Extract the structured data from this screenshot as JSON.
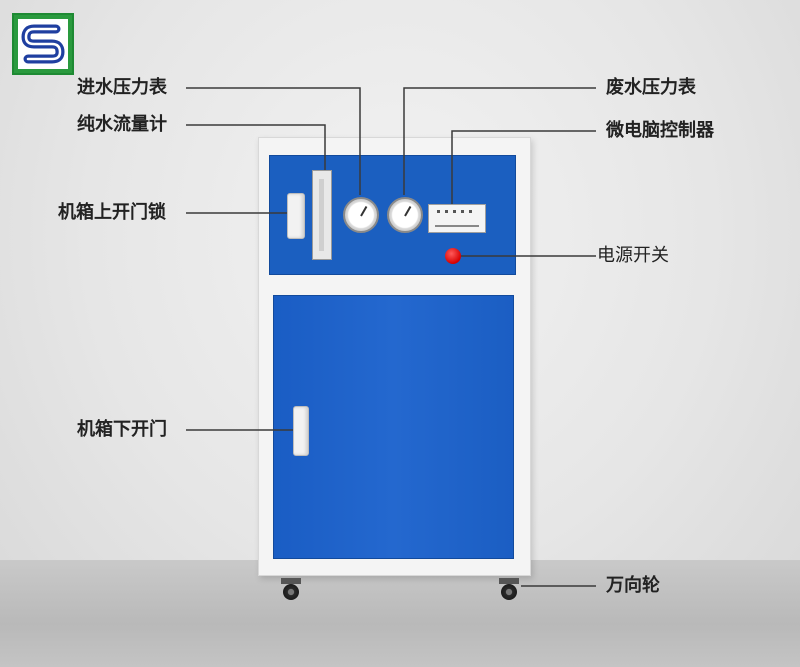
{
  "labels": {
    "inlet_gauge": "进水压力表",
    "flowmeter": "纯水流量计",
    "upper_door_lock": "机箱上开门锁",
    "lower_door": "机箱下开门",
    "waste_gauge": "废水压力表",
    "controller": "微电脑控制器",
    "power_switch": "电源开关",
    "casters": "万向轮"
  },
  "logo": {
    "icon": "s-logo-icon",
    "bg_color": "#2a9a3e",
    "mark_color": "#1f3fa0"
  },
  "colors": {
    "panel_blue": "#1b5fc0",
    "power_red": "#e00000"
  }
}
